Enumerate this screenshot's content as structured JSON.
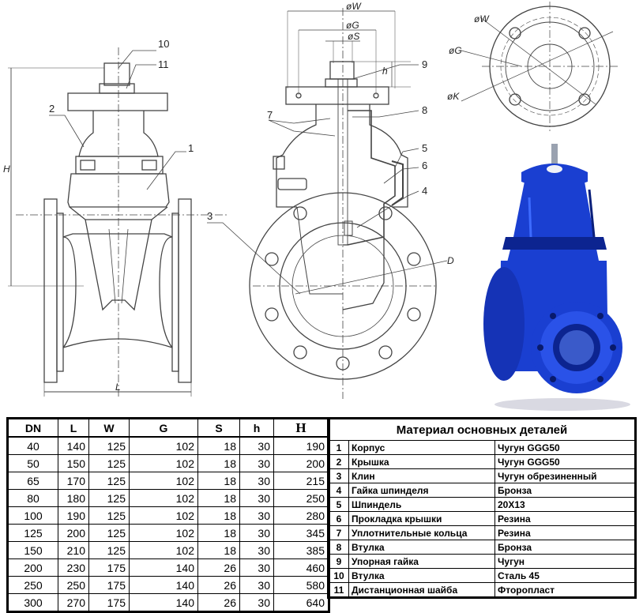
{
  "drawing": {
    "callouts": [
      "10",
      "11",
      "2",
      "1",
      "3",
      "9",
      "8",
      "7",
      "5",
      "6",
      "4"
    ],
    "dimension_labels": {
      "W": "øW",
      "G": "øG",
      "S": "øS",
      "h": "h",
      "H": "H",
      "L": "L",
      "D": "D",
      "flange_W": "øW",
      "flange_G": "øG",
      "flange_K": "øK"
    },
    "colors": {
      "valve_body": "#1a3fd1",
      "valve_shadow": "#0c2490",
      "line": "#444444"
    }
  },
  "dimensions_table": {
    "headers": [
      "DN",
      "L",
      "W",
      "G",
      "S",
      "h",
      "H"
    ],
    "rows": [
      [
        "40",
        "140",
        "125",
        "102",
        "18",
        "30",
        "190"
      ],
      [
        "50",
        "150",
        "125",
        "102",
        "18",
        "30",
        "200"
      ],
      [
        "65",
        "170",
        "125",
        "102",
        "18",
        "30",
        "215"
      ],
      [
        "80",
        "180",
        "125",
        "102",
        "18",
        "30",
        "250"
      ],
      [
        "100",
        "190",
        "125",
        "102",
        "18",
        "30",
        "280"
      ],
      [
        "125",
        "200",
        "125",
        "102",
        "18",
        "30",
        "345"
      ],
      [
        "150",
        "210",
        "125",
        "102",
        "18",
        "30",
        "385"
      ],
      [
        "200",
        "230",
        "175",
        "140",
        "26",
        "30",
        "460"
      ],
      [
        "250",
        "250",
        "175",
        "140",
        "26",
        "30",
        "580"
      ],
      [
        "300",
        "270",
        "175",
        "140",
        "26",
        "30",
        "640"
      ]
    ]
  },
  "materials_table": {
    "title": "Материал основных деталей",
    "rows": [
      [
        "1",
        "Корпус",
        "Чугун GGG50"
      ],
      [
        "2",
        "Крышка",
        "Чугун GGG50"
      ],
      [
        "3",
        "Клин",
        "Чугун обрезиненный"
      ],
      [
        "4",
        "Гайка шпинделя",
        "Бронза"
      ],
      [
        "5",
        "Шпиндель",
        "20Х13"
      ],
      [
        "6",
        "Прокладка крышки",
        "Резина"
      ],
      [
        "7",
        "Уплотнительные кольца",
        "Резина"
      ],
      [
        "8",
        "Втулка",
        "Бронза"
      ],
      [
        "9",
        "Упорная гайка",
        "Чугун"
      ],
      [
        "10",
        "Втулка",
        "Сталь 45"
      ],
      [
        "11",
        "Дистанционная шайба",
        "Фторопласт"
      ]
    ]
  }
}
